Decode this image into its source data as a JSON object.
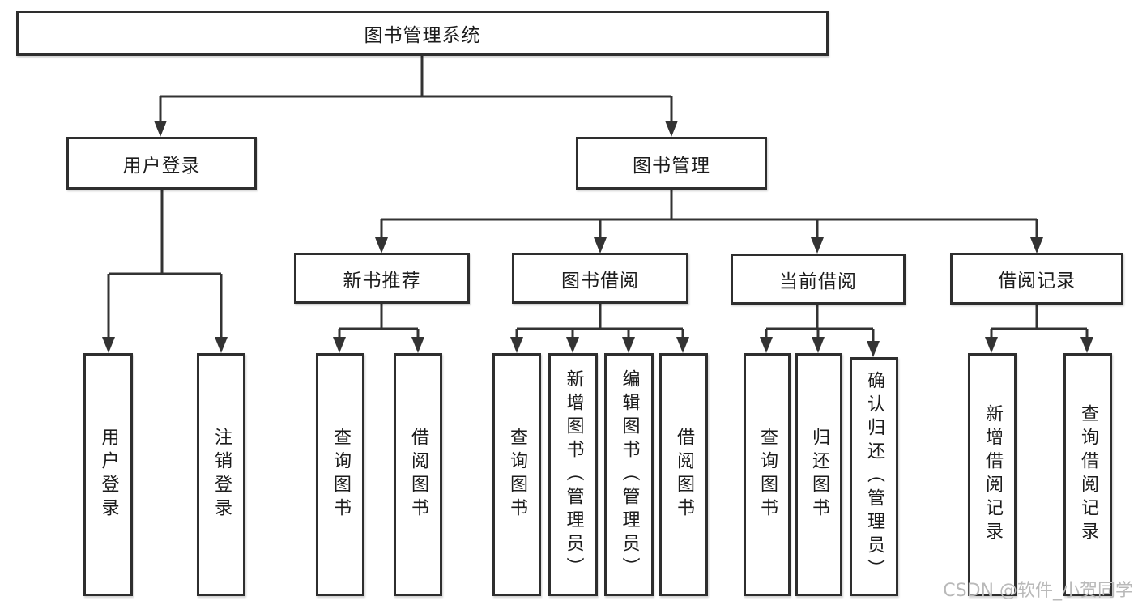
{
  "nodes": {
    "root": "图书管理系统",
    "user_login": "用户登录",
    "book_management": "图书管理",
    "new_book_recommend": "新书推荐",
    "book_borrowing": "图书借阅",
    "current_borrowing": "当前借阅",
    "borrowing_records": "借阅记录",
    "leaves": {
      "login": "用户登录",
      "logout": "注销登录",
      "rec_query_books": "查询图书",
      "rec_borrow_books": "借阅图书",
      "bor_query_books": "查询图书",
      "bor_add_books": "新增图书（管理员）",
      "bor_edit_books": "编辑图书（管理员）",
      "bor_borrow_books": "借阅图书",
      "cur_query_books": "查询图书",
      "cur_return_books": "归还图书",
      "cur_confirm_return": "确认归还（管理员）",
      "rec_add_record": "新增借阅记录",
      "rec_query_record": "查询借阅记录"
    }
  },
  "watermark": "CSDN @软件_小贺同学",
  "colors": {
    "line": "#333333",
    "text": "#1c1c1c",
    "box_background": "#ffffff",
    "watermark": "#b9b9b9"
  }
}
